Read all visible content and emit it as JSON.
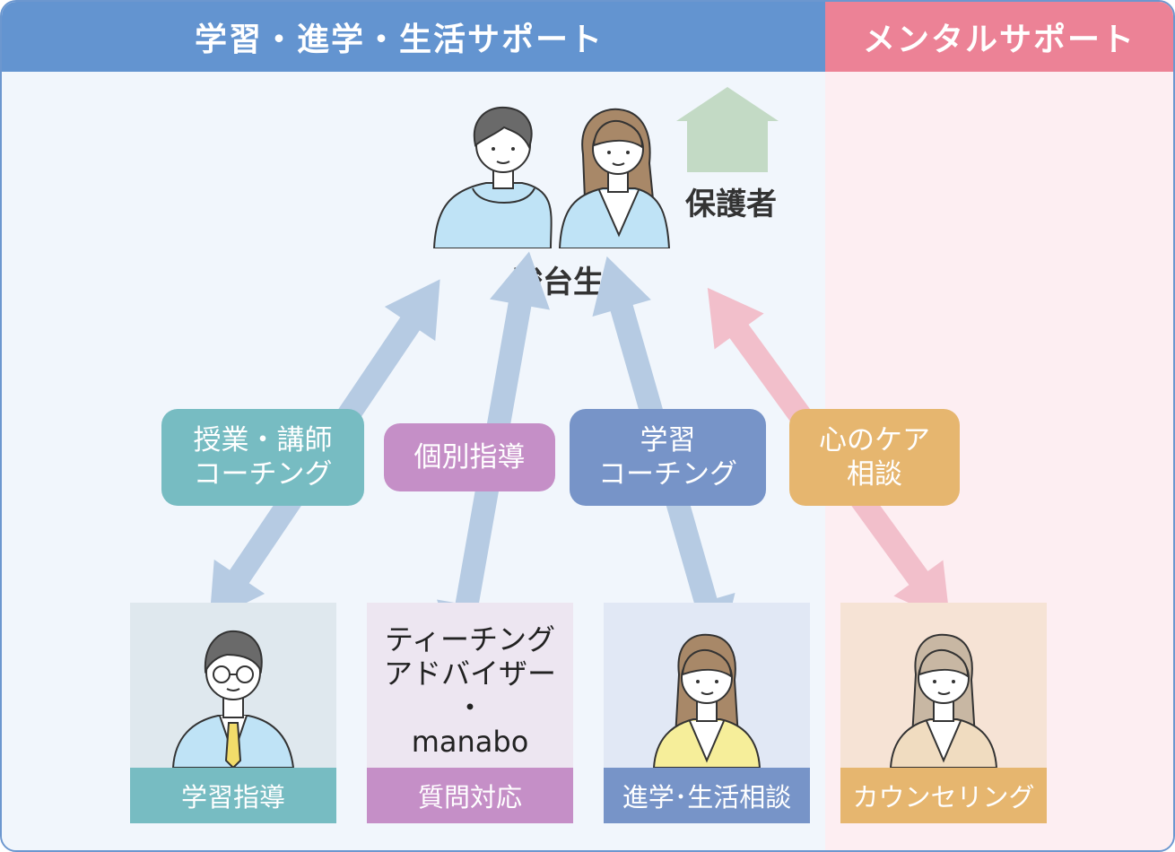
{
  "headers": {
    "left": "学習・進学・生活サポート",
    "right": "メンタルサポート"
  },
  "top": {
    "students": "駿台生",
    "guardians": "保護者"
  },
  "labels": {
    "teal": [
      "授業・講師",
      "コーチング"
    ],
    "purple": "個別指導",
    "blue": [
      "学習",
      "コーチング"
    ],
    "orange": [
      "心のケア",
      "相談"
    ]
  },
  "cards": {
    "teal_footer": "学習指導",
    "purple_lines": [
      "ティーチング",
      "アドバイザー",
      "・",
      "manabo"
    ],
    "purple_footer": "質問対応",
    "blue_footer": "進学･生活相談",
    "orange_footer": "カウンセリング"
  },
  "colors": {
    "header_blue": "#6394d0",
    "header_pink": "#ec8296",
    "teal": "#77bcc2",
    "purple": "#c58fc7",
    "blue": "#7794c8",
    "orange": "#e6b66f",
    "arrow_blue": "#b6cbe3",
    "arrow_pink": "#f2bfcb",
    "house_green": "#c3dac5"
  }
}
